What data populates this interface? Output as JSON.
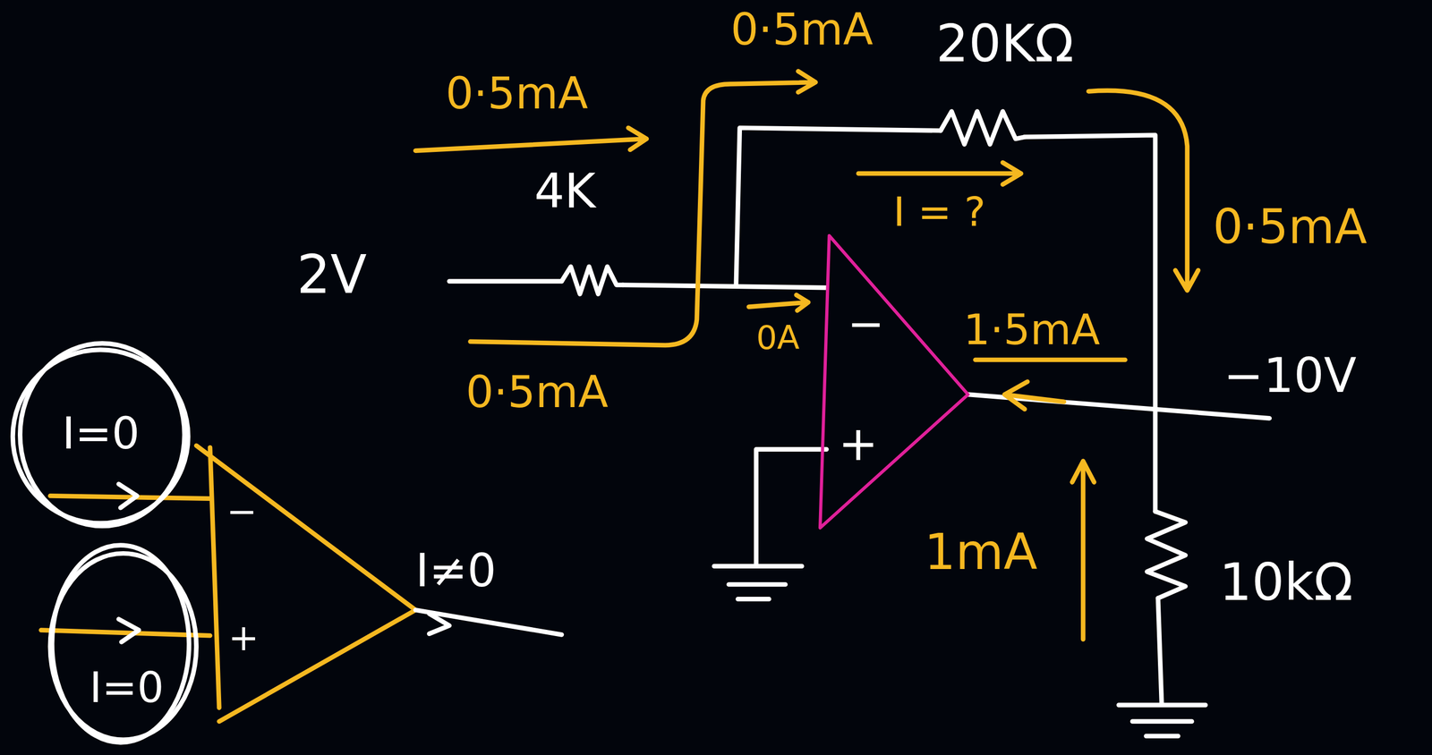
{
  "diagram": {
    "labels": [
      "0·5mA",
      "20KΩ",
      "0·5mA",
      "4K",
      "I = ?",
      "0·5mA",
      "2V",
      "0A",
      "−",
      "1·5mA",
      "−10V",
      "0·5mA",
      "+",
      "I=0",
      "1mA",
      "10kΩ",
      "I≠0",
      "−",
      "+",
      "I=0"
    ]
  }
}
